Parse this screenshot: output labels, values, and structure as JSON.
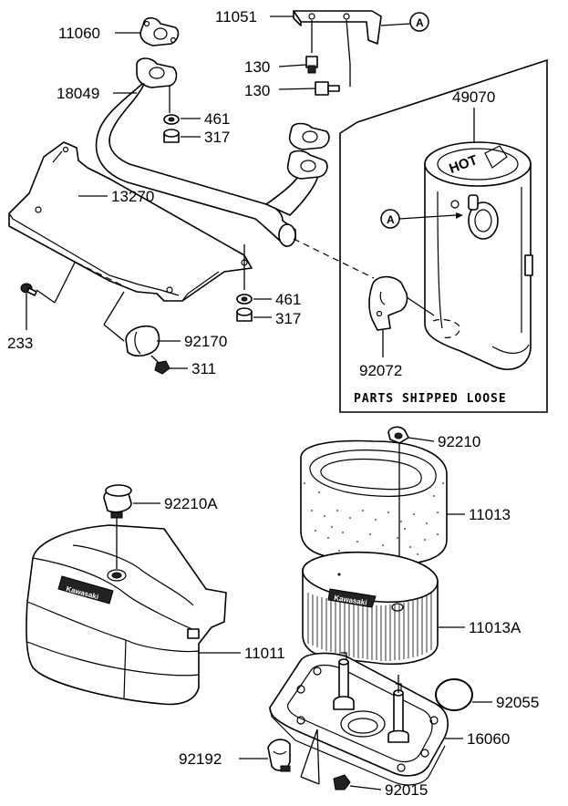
{
  "labels": {
    "p11060": "11060",
    "p11051": "11051",
    "p130a": "130",
    "p130b": "130",
    "p18049": "18049",
    "p461a": "461",
    "p317a": "317",
    "p49070": "49070",
    "p13270": "13270",
    "p461b": "461",
    "p317b": "317",
    "p233": "233",
    "p92170": "92170",
    "p311": "311",
    "p92072": "92072",
    "p92210": "92210",
    "p92210A": "92210A",
    "p11013": "11013",
    "p11013A": "11013A",
    "p11011": "11011",
    "p92055": "92055",
    "p16060": "16060",
    "p92192": "92192",
    "p92015": "92015"
  },
  "callouts": {
    "a_top": "A",
    "a_muffler": "A"
  },
  "loose_box": {
    "note": "PARTS SHIPPED LOOSE"
  },
  "markings": {
    "hot": "HOT",
    "cover_brand": "Kawasaki",
    "filter_brand": "Kawasaki"
  }
}
